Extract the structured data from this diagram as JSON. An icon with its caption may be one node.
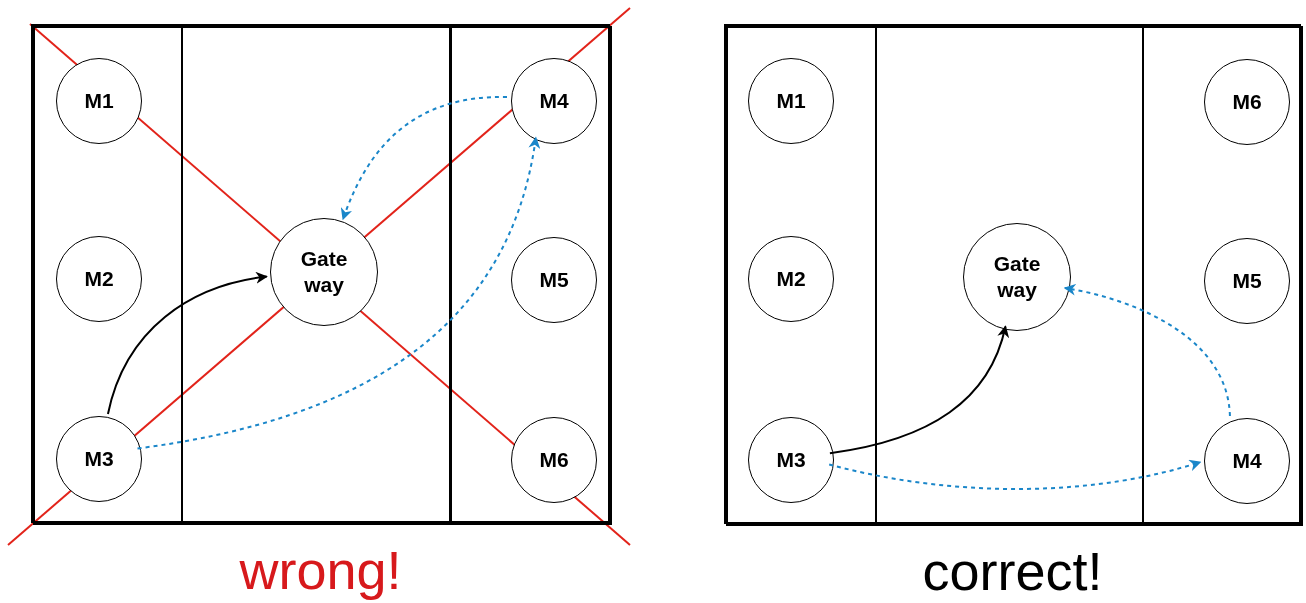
{
  "diagram": {
    "nodes": [
      {
        "text": [],
        "shape": "box",
        "beside": [
          "wrong!"
        ]
      },
      {
        "text": [],
        "shape": "box",
        "in": 0
      },
      {
        "text": [],
        "shape": "box",
        "in": 0
      },
      {
        "text": [],
        "shape": "box",
        "in": 0
      },
      {
        "text": [
          "M1"
        ],
        "in": 1
      },
      {
        "text": [
          "M2"
        ],
        "in": 1
      },
      {
        "text": [
          "M3"
        ],
        "in": 1
      },
      {
        "text": [
          "Gate way"
        ],
        "in": 2
      },
      {
        "text": [
          "M4"
        ],
        "in": 3
      },
      {
        "text": [
          "M5"
        ],
        "in": 3
      },
      {
        "text": [
          "M6"
        ],
        "in": 3
      },
      {
        "text": [],
        "shape": "box",
        "beside": [
          "correct!"
        ]
      },
      {
        "text": [],
        "shape": "box",
        "in": 11
      },
      {
        "text": [],
        "shape": "box",
        "in": 11
      },
      {
        "text": [],
        "shape": "box",
        "in": 11
      },
      {
        "text": [
          "M1"
        ],
        "in": 12
      },
      {
        "text": [
          "M2"
        ],
        "in": 12
      },
      {
        "text": [
          "M3"
        ],
        "in": 12
      },
      {
        "text": [
          "Gate way"
        ],
        "in": 13
      },
      {
        "text": [
          "M6"
        ],
        "in": 14
      },
      {
        "text": [
          "M5"
        ],
        "in": 14
      },
      {
        "text": [
          "M4"
        ],
        "in": 14
      }
    ],
    "edges": [
      {
        "from": 6,
        "to": 7,
        "arrow": "to",
        "color": "#000000"
      },
      {
        "from": 6,
        "to": 8,
        "arrow": "to",
        "style": "dashed"
      },
      {
        "from": 8,
        "to": 7,
        "arrow": "to",
        "style": "dashed"
      },
      {
        "from": 17,
        "to": 18,
        "arrow": "to",
        "color": "#000000"
      },
      {
        "from": 17,
        "to": 21,
        "arrow": "to",
        "style": "dashed"
      },
      {
        "from": 21,
        "to": 18,
        "arrow": "to",
        "style": "dashed"
      }
    ]
  }
}
